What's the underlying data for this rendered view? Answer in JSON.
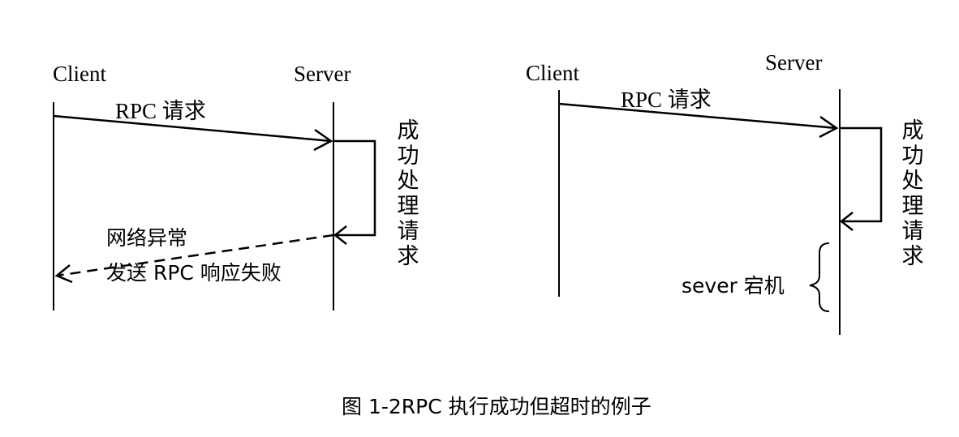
{
  "left": {
    "client_label": "Client",
    "server_label": "Server",
    "request_label": "RPC  请求",
    "process_chars": [
      "成",
      "功",
      "处",
      "理",
      "请",
      "求"
    ],
    "network_error_label": "网络异常",
    "response_fail_label": "发送 RPC 响应失败"
  },
  "right": {
    "client_label": "Client",
    "server_label": "Server",
    "request_label": "RPC  请求",
    "process_chars": [
      "成",
      "功",
      "处",
      "理",
      "请",
      "求"
    ],
    "crash_label": "sever 宕机"
  },
  "caption": "图  1-2RPC 执行成功但超时的例子"
}
